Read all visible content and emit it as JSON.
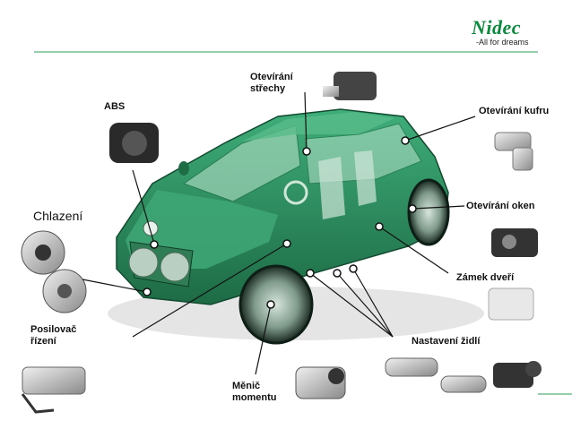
{
  "brand": {
    "name": "Nidec",
    "tagline": "All for dreams",
    "accent": "#0b8a3e"
  },
  "car_color": "#2e8b57",
  "labels": {
    "roof": [
      "Otevírání",
      "střechy"
    ],
    "abs": "ABS",
    "trunk": "Otevírání kufru",
    "cooling": "Chlazení",
    "windows": "Otevírání oken",
    "door_lock": "Zámek dveří",
    "steering": [
      "Posilovač",
      "řízení"
    ],
    "seats": "Nastavení židlí",
    "torque": [
      "Měnič",
      "momentu"
    ]
  }
}
